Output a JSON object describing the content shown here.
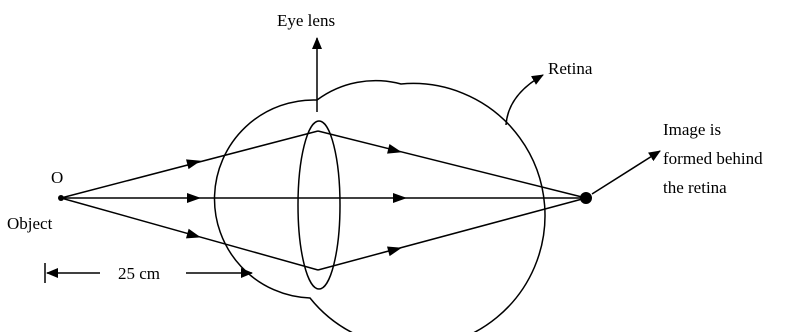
{
  "labels": {
    "eye_lens": "Eye lens",
    "retina": "Retina",
    "object_letter": "O",
    "object": "Object",
    "distance": "25 cm",
    "image_line1": "Image is",
    "image_line2": "formed behind",
    "image_line3": "the retina"
  },
  "colors": {
    "stroke": "#000000",
    "background": "#ffffff"
  }
}
